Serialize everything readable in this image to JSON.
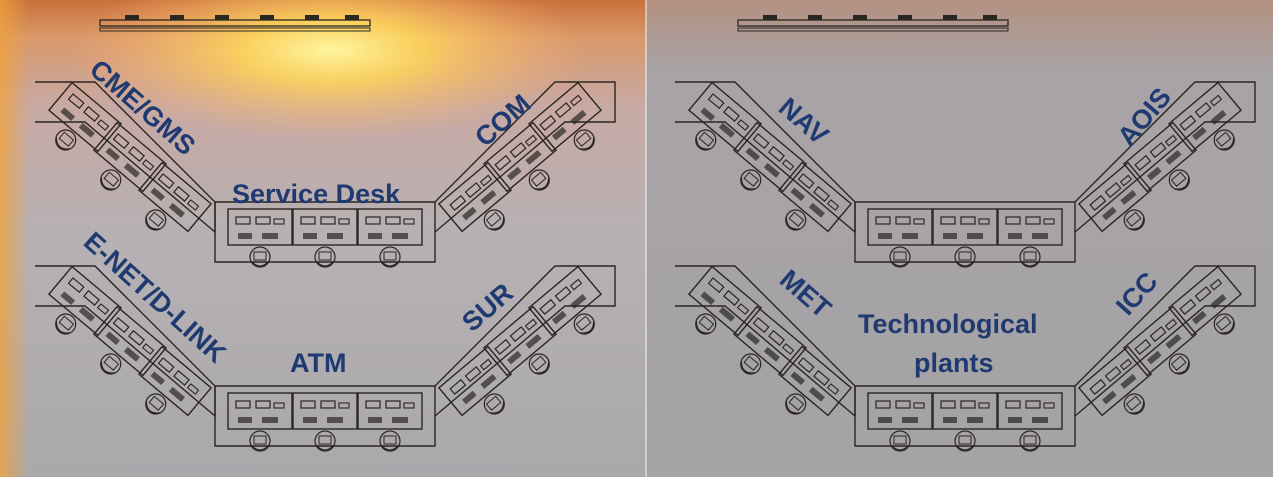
{
  "colors": {
    "label": "#1f3a70",
    "sky_orange": "#e98a3a",
    "sea": "#b9b2b6",
    "sun": "#ffe05a",
    "line": "#2a2622"
  },
  "left_panel": {
    "top_left_label": "CME/GMS",
    "top_right_label": "COM",
    "top_center_label": "Service Desk",
    "bottom_left_label": "E-NET/D-LINK",
    "bottom_right_label": "SUR",
    "bottom_center_label": "ATM"
  },
  "right_panel": {
    "top_left_label": "NAV",
    "top_right_label": "AOIS",
    "bottom_left_label": "MET",
    "bottom_right_label": "ICC",
    "bottom_center_label_line1": "Technological",
    "bottom_center_label_line2": "plants"
  }
}
